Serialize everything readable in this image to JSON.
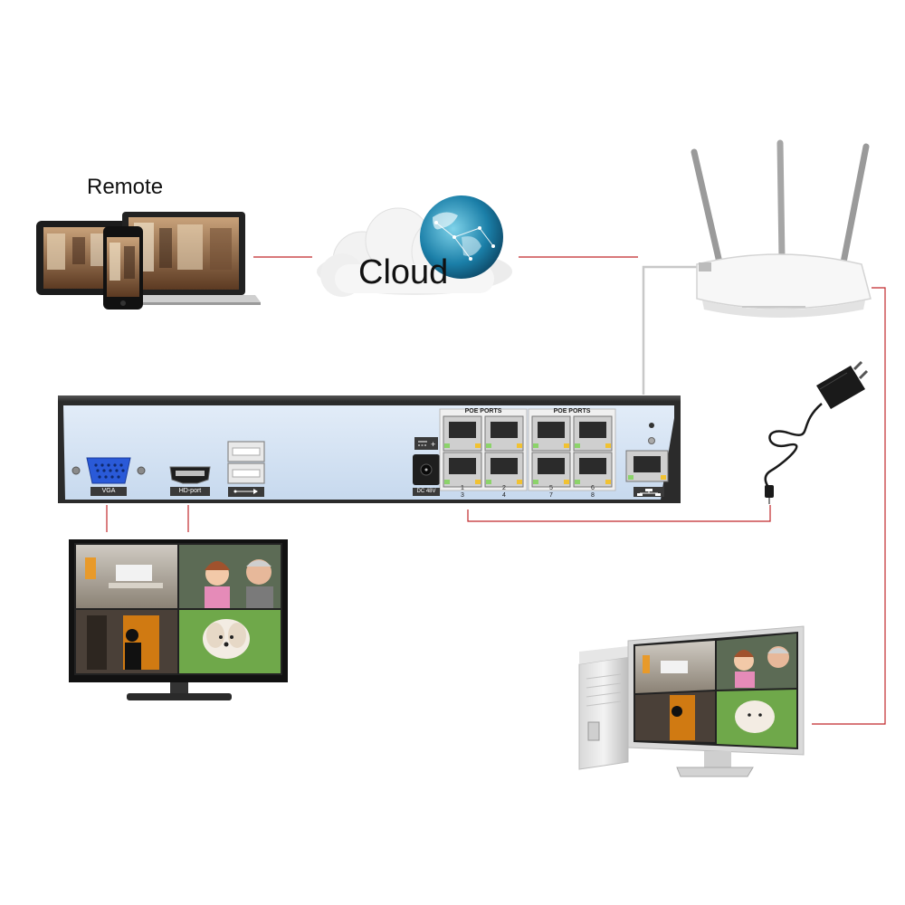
{
  "labels": {
    "remote": "Remote",
    "cloud": "Cloud"
  },
  "nvr": {
    "vga": "VGA",
    "hdmi": "HD-port",
    "poe_ports_left": "POE PORTS",
    "poe_ports_right": "POE PORTS",
    "dc": "DC 48V",
    "port_numbers_top": [
      "1",
      "2",
      "5",
      "6"
    ],
    "port_numbers_bottom": [
      "3",
      "4",
      "7",
      "8"
    ]
  },
  "colors": {
    "connector_line": "#c0282b",
    "lan_cable": "#c8c8c8",
    "nvr_body": "#cfe0f2",
    "nvr_frame": "#2b2b2b"
  },
  "icons": [
    "laptop-icon",
    "tablet-icon",
    "phone-icon",
    "cloud-icon",
    "globe-icon",
    "router-icon",
    "power-adapter-icon",
    "monitor-icon",
    "desktop-pc-icon",
    "usb-icon",
    "network-icon"
  ]
}
